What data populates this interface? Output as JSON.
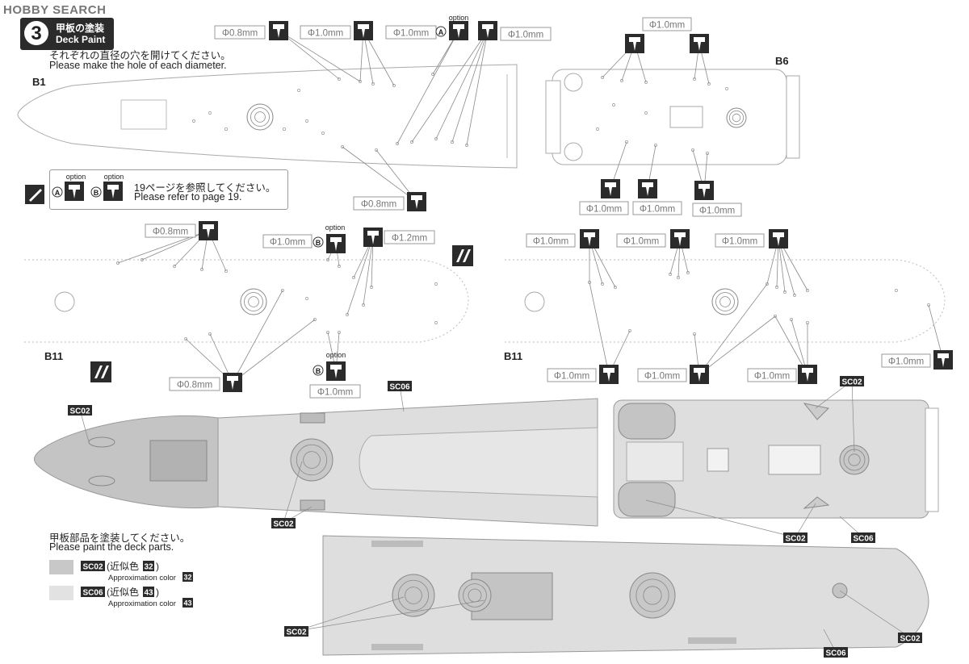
{
  "watermark": "HOBBY SEARCH",
  "step": {
    "number": "3",
    "title_jp": "甲板の塗装",
    "title_en": "Deck Paint"
  },
  "hole_note": {
    "jp": "それぞれの直径の穴を開けてください。",
    "en": "Please make the hole of each diameter."
  },
  "refer_note": {
    "jp": "19ページを参照してください。",
    "en": "Please refer to page 19."
  },
  "option_word": "option",
  "option_letters": {
    "a": "A",
    "b": "B"
  },
  "part_labels": {
    "b1": "B1",
    "b6": "B6",
    "b11": "B11"
  },
  "hole_sizes": {
    "d08": "Φ0.8mm",
    "d10": "Φ1.0mm",
    "d12": "Φ1.2mm"
  },
  "paint_codes": {
    "sc02": "SC02",
    "sc06": "SC06"
  },
  "paint_note": {
    "jp": "甲板部品を塗装してください。",
    "en": "Please paint the deck parts."
  },
  "legend": [
    {
      "code": "SC02",
      "jp_prefix": "(近似色",
      "num": "32",
      "jp_suffix": ")",
      "approx": "Approximation color",
      "swatch": "#c8c8c8"
    },
    {
      "code": "SC06",
      "jp_prefix": "(近似色",
      "num": "43",
      "jp_suffix": ")",
      "approx": "Approximation color",
      "swatch": "#e2e2e2"
    }
  ],
  "colors": {
    "sc02": "#c4c4c4",
    "sc06": "#dedede",
    "ink": "#2b2b2b",
    "line": "#8a8a8a",
    "label_border": "#9a9a9a"
  }
}
